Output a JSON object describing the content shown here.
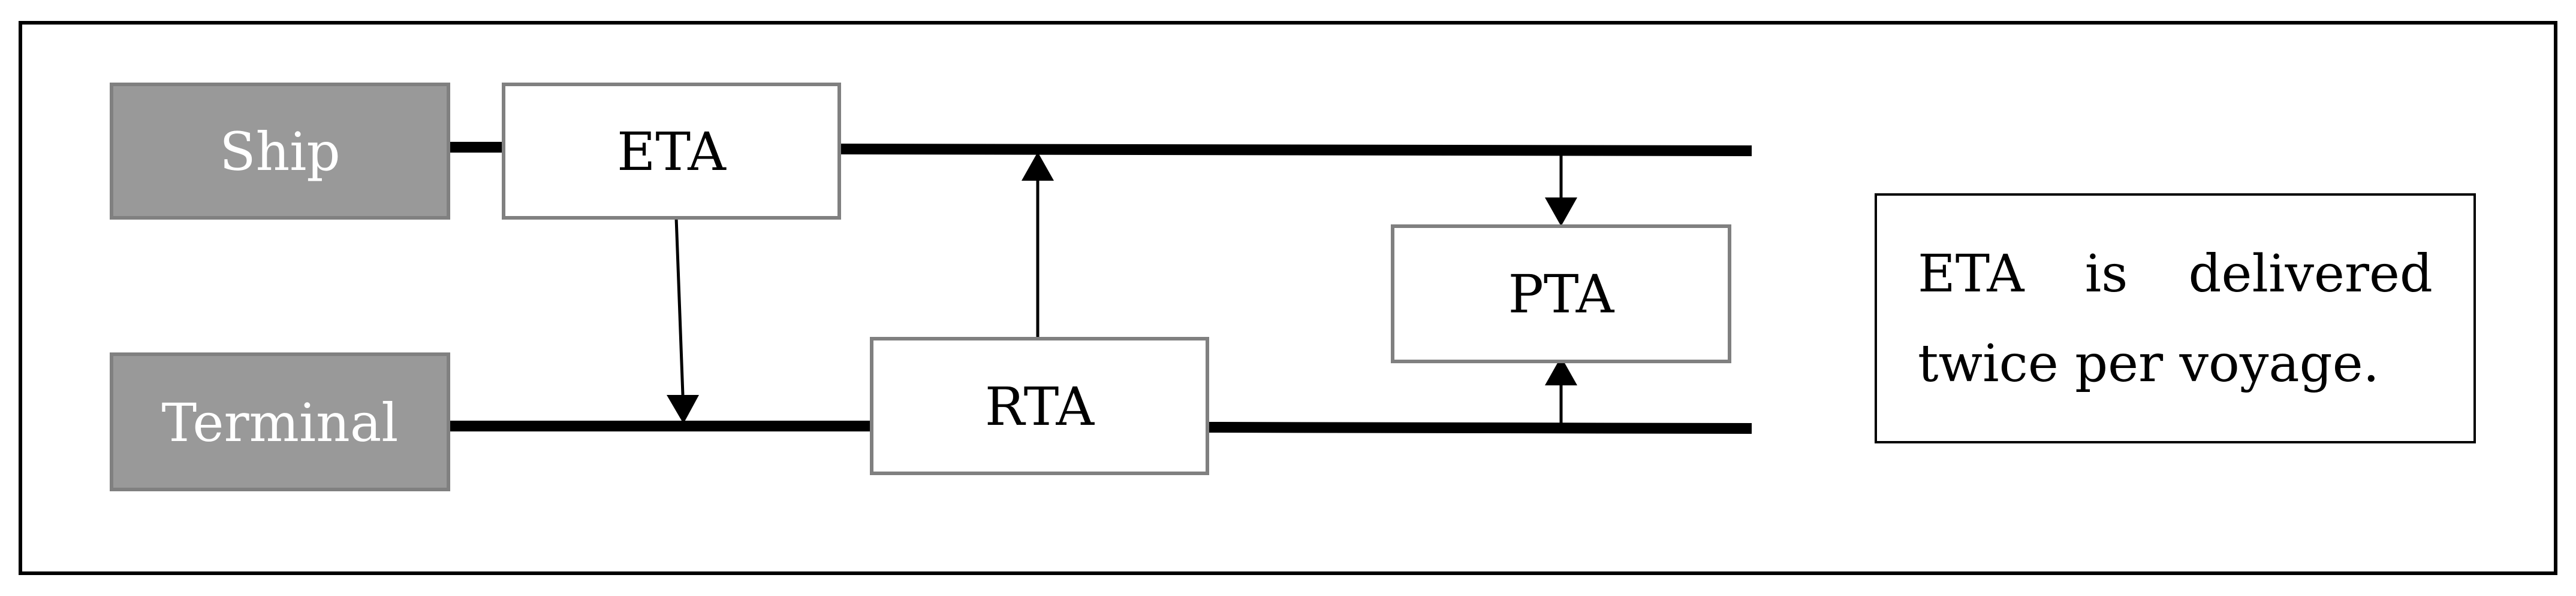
{
  "actors": {
    "ship": "Ship",
    "terminal": "Terminal"
  },
  "messages": {
    "eta": "ETA",
    "rta": "RTA",
    "pta": "PTA"
  },
  "note": "ETA is delivered twice per voyage.",
  "colors": {
    "actor_fill": "#999999",
    "actor_text": "#ffffff",
    "box_border": "#808080",
    "line": "#000000"
  }
}
